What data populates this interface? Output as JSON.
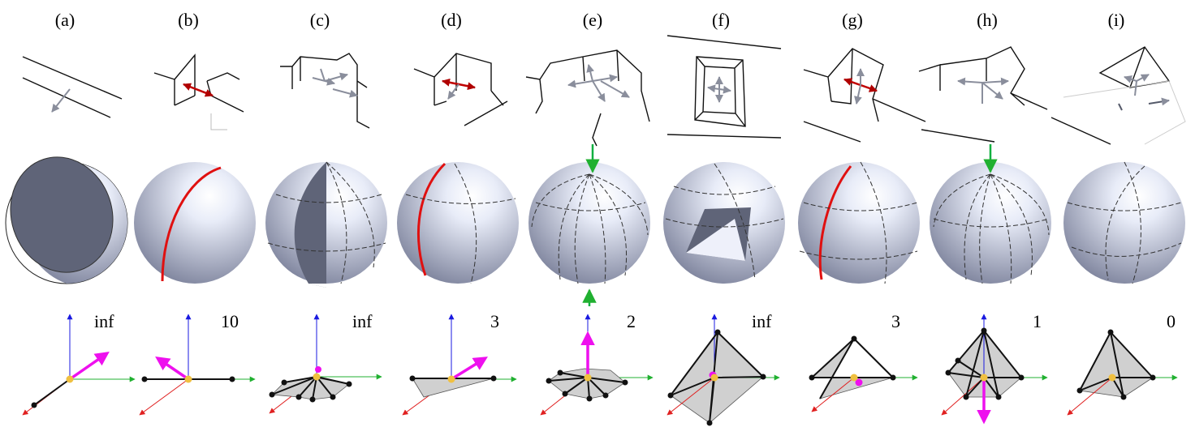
{
  "figure": {
    "panels": [
      {
        "id": "a",
        "label": "(a)",
        "value": "inf"
      },
      {
        "id": "b",
        "label": "(b)",
        "value": "10"
      },
      {
        "id": "c",
        "label": "(c)",
        "value": "inf"
      },
      {
        "id": "d",
        "label": "(d)",
        "value": "3"
      },
      {
        "id": "e",
        "label": "(e)",
        "value": "2"
      },
      {
        "id": "f",
        "label": "(f)",
        "value": "inf"
      },
      {
        "id": "g",
        "label": "(g)",
        "value": "3"
      },
      {
        "id": "h",
        "label": "(h)",
        "value": "1"
      },
      {
        "id": "i",
        "label": "(i)",
        "value": "0"
      }
    ]
  },
  "colors": {
    "sphere_light": "#e8ecf8",
    "sphere_dark": "#7d84a0",
    "cutout": "#5f6478",
    "constraint_arc": "#e01010",
    "axis_x": "#e02020",
    "axis_y": "#20b030",
    "axis_z": "#1a1ae0",
    "magenta_vector": "#ee10ee",
    "green_marker": "#10b040",
    "center_point": "#f0c040",
    "polytope_fill": "#d0d0d0"
  }
}
